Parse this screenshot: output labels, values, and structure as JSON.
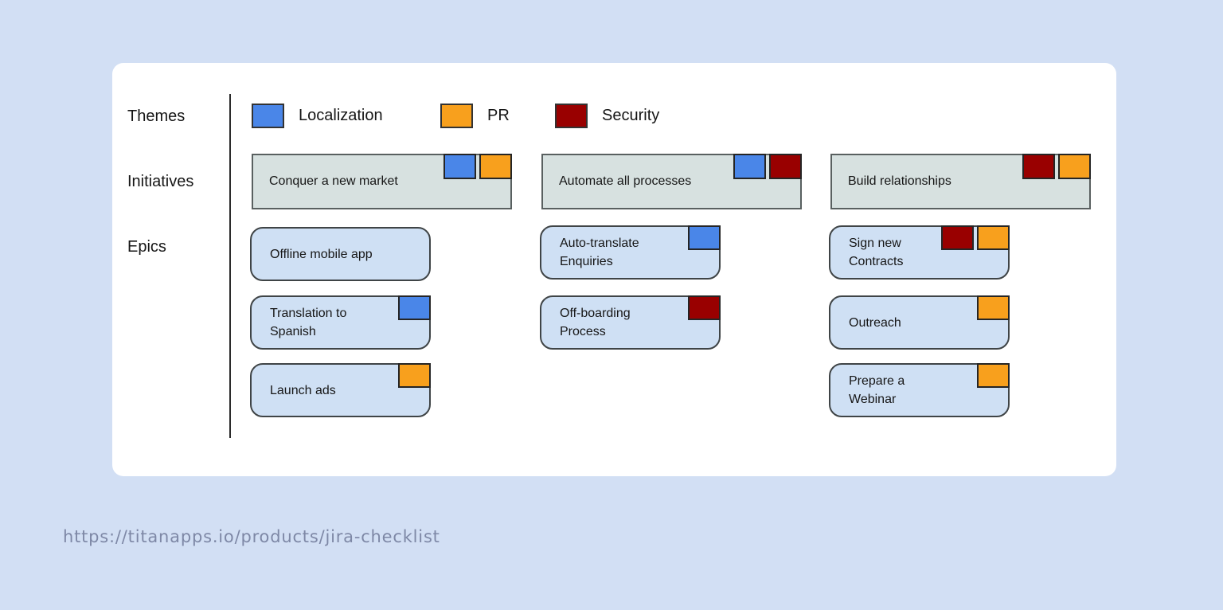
{
  "page": {
    "background": "#d2dff4",
    "url_caption": "https://titanapps.io/products/jira-checklist"
  },
  "colors": {
    "localization": "#4a86e8",
    "pr": "#f8a01d",
    "security": "#990000",
    "initiative_fill": "#d7e1e0",
    "epic_fill": "#cfe0f4",
    "card_background": "#ffffff"
  },
  "row_labels": [
    "Themes",
    "Initiatives",
    "Epics"
  ],
  "legend": [
    {
      "label": "Localization",
      "theme": "localization"
    },
    {
      "label": "PR",
      "theme": "pr"
    },
    {
      "label": "Security",
      "theme": "security"
    }
  ],
  "initiatives": [
    {
      "title": "Conquer a new market",
      "tags": [
        "localization",
        "pr"
      ]
    },
    {
      "title": "Automate all processes",
      "tags": [
        "localization",
        "security"
      ]
    },
    {
      "title": "Build relationships",
      "tags": [
        "security",
        "pr"
      ]
    }
  ],
  "epic_columns": [
    [
      {
        "title": "Offline mobile app",
        "tags": []
      },
      {
        "title": "Translation to\nSpanish",
        "tags": [
          "localization"
        ]
      },
      {
        "title": "Launch ads",
        "tags": [
          "pr"
        ]
      }
    ],
    [
      {
        "title": "Auto-translate\nEnquiries",
        "tags": [
          "localization"
        ]
      },
      {
        "title": "Off-boarding\nProcess",
        "tags": [
          "security"
        ]
      }
    ],
    [
      {
        "title": "Sign new\nContracts",
        "tags": [
          "security",
          "pr"
        ]
      },
      {
        "title": "Outreach",
        "tags": [
          "pr"
        ]
      },
      {
        "title": "Prepare a\nWebinar",
        "tags": [
          "pr"
        ]
      }
    ]
  ]
}
